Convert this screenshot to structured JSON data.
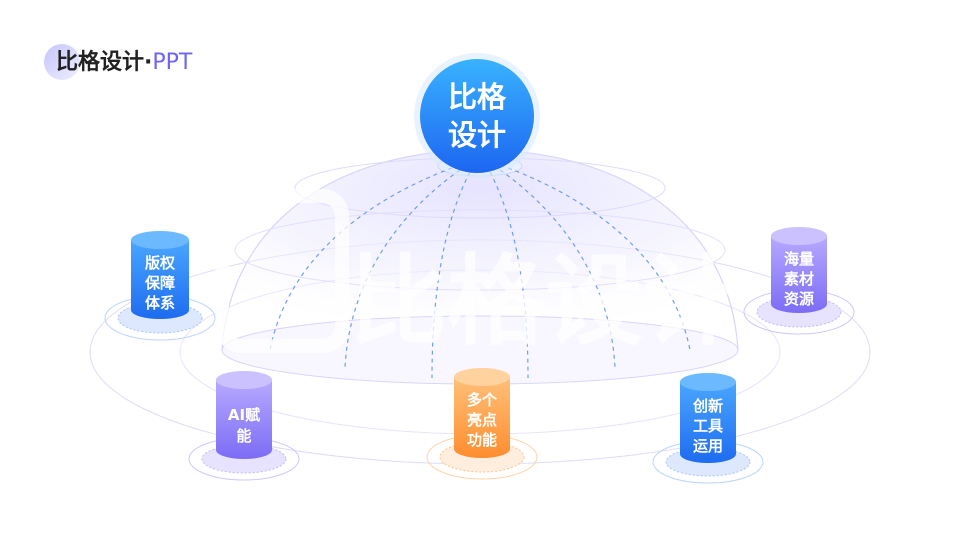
{
  "brand": {
    "title": "比格设计",
    "separator": "·",
    "suffix": "PPT"
  },
  "center": {
    "lines": [
      "比格",
      "设计"
    ]
  },
  "watermark": {
    "text": "比格设计"
  },
  "nodes": [
    {
      "id": "copyright",
      "lines": [
        "版权",
        "保障",
        "体系"
      ],
      "theme": "blue"
    },
    {
      "id": "assets",
      "lines": [
        "海量",
        "素材",
        "资源"
      ],
      "theme": "violet"
    },
    {
      "id": "ai",
      "lines": [
        "AI赋",
        "能"
      ],
      "theme": "violet"
    },
    {
      "id": "highlights",
      "lines": [
        "多个",
        "亮点",
        "功能"
      ],
      "theme": "orange"
    },
    {
      "id": "tools",
      "lines": [
        "创新",
        "工具",
        "运用"
      ],
      "theme": "blue"
    }
  ],
  "colors": {
    "blue_top": "#4aa6ff",
    "blue_bottom": "#1e6cf0",
    "violet_top": "#b7a9ff",
    "violet_bottom": "#7c6cf5",
    "orange_top": "#ffc07a",
    "orange_bottom": "#ff8d2e",
    "accent": "#6f63f2"
  }
}
